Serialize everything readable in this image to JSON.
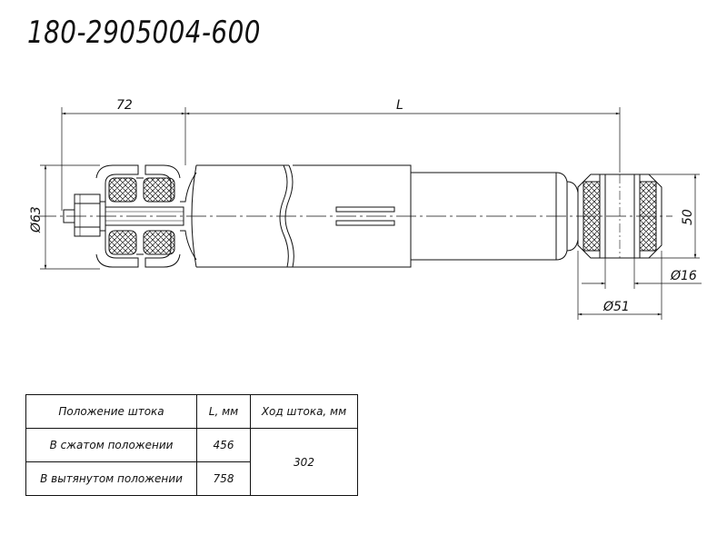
{
  "drawing": {
    "part_number": "180-2905004-600",
    "dimensions": {
      "eye_offset": "72",
      "length": "L",
      "body_diameter": "Ø63",
      "bushing_height": "50",
      "bore_diameter": "Ø16",
      "bushing_diameter": "Ø51"
    }
  },
  "table": {
    "headers": {
      "position": "Положение штока",
      "length": "L, мм",
      "stroke": "Ход штока, мм"
    },
    "rows": [
      {
        "position": "В сжатом положении",
        "length": "456"
      },
      {
        "position": "В вытянутом положении",
        "length": "758"
      }
    ],
    "stroke_value": "302"
  },
  "colors": {
    "line": "#111111",
    "background": "#ffffff"
  }
}
